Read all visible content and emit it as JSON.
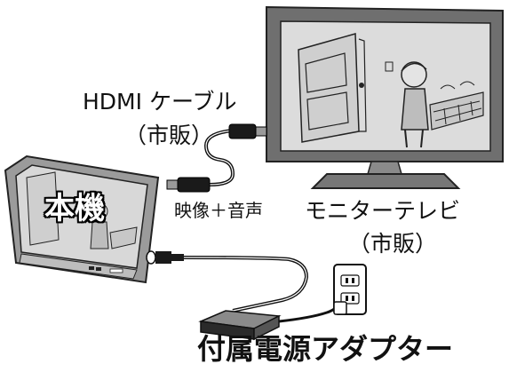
{
  "labels": {
    "hdmi_cable": "HDMI ケーブル",
    "hdmi_cable_note": "（市販）",
    "video_audio": "映像＋音声",
    "monitor_tv": "モニターテレビ",
    "monitor_tv_note": "（市販）",
    "main_unit": "本機",
    "ac_adapter": "付属電源アダプター"
  }
}
